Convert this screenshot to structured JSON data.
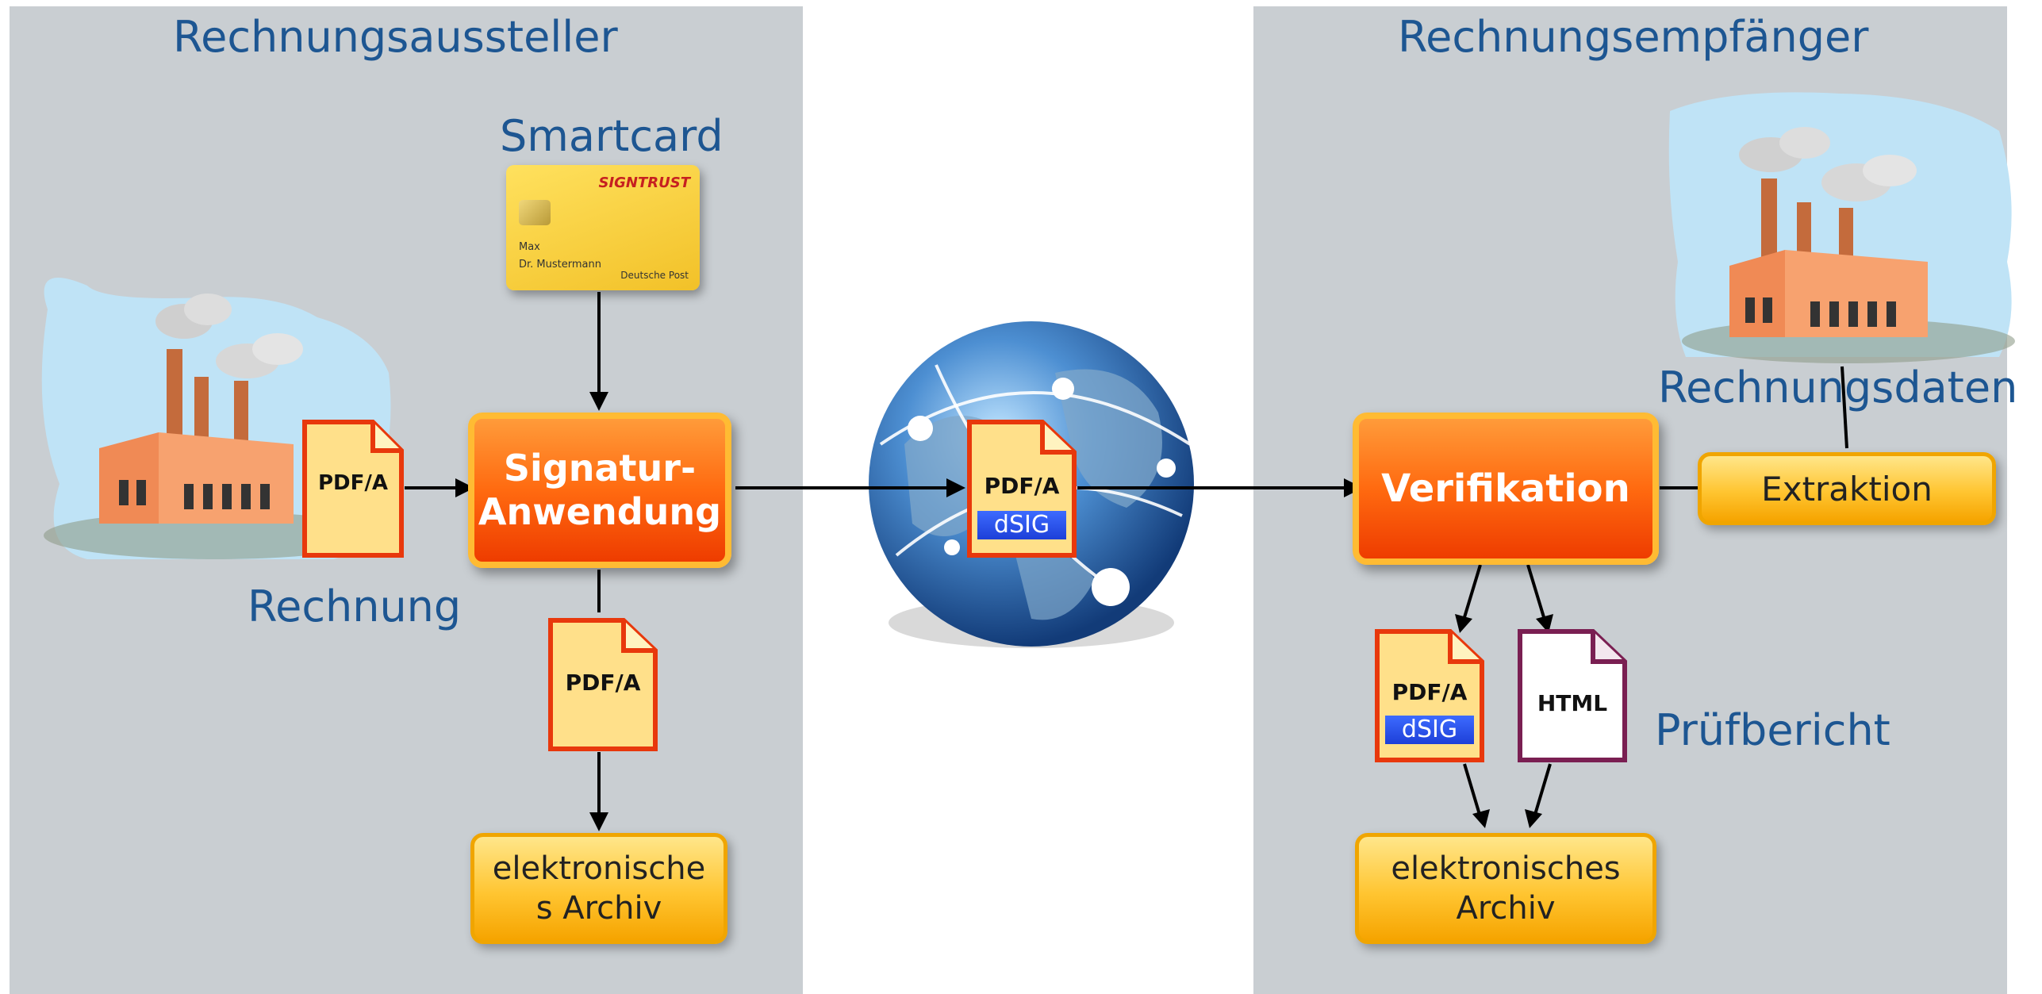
{
  "panels": {
    "left_title": "Rechnungsaussteller",
    "right_title": "Rechnungsempfänger"
  },
  "labels": {
    "smartcard": "Smartcard",
    "rechnung": "Rechnung",
    "rechnungsdaten": "Rechnungsdaten",
    "pruefbericht": "Prüfbericht"
  },
  "smartcard": {
    "brand": "SIGNTRUST",
    "holder_first": "Max",
    "holder_name": "Dr. Mustermann",
    "issuer": "Deutsche Post"
  },
  "boxes": {
    "signatur_line1": "Signatur-",
    "signatur_line2": "Anwendung",
    "verifikation": "Verifikation",
    "extraktion": "Extraktion",
    "archiv_left_line1": "elektronische",
    "archiv_left_line2": "s Archiv",
    "archiv_right_line1": "elektronisches",
    "archiv_right_line2": "Archiv"
  },
  "documents": {
    "pdfa": "PDF/A",
    "dsig": "dSIG",
    "html": "HTML"
  },
  "colors": {
    "panel": "#c9ced2",
    "title_text": "#1d5692",
    "primary_box": "#ff6a10",
    "secondary_box": "#ffc531",
    "doc_fill": "#ffe08a",
    "doc_border": "#e8380c",
    "html_border": "#7a1f52"
  }
}
